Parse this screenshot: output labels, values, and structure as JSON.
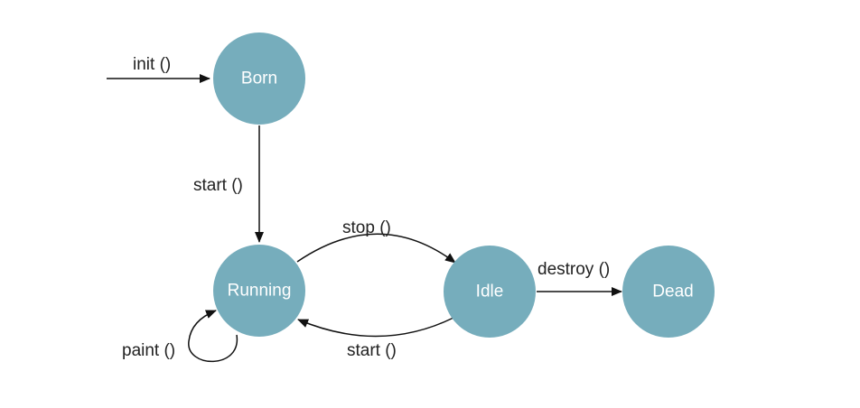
{
  "states": {
    "born": "Born",
    "running": "Running",
    "idle": "Idle",
    "dead": "Dead"
  },
  "transitions": {
    "init": "init ()",
    "start_born_running": "start ()",
    "stop": "stop ()",
    "start_idle_running": "start ()",
    "destroy": "destroy ()",
    "paint": "paint ()"
  },
  "colors": {
    "state_fill": "#76adbc",
    "state_text": "#ffffff",
    "edge": "#111111",
    "label_text": "#222222"
  }
}
